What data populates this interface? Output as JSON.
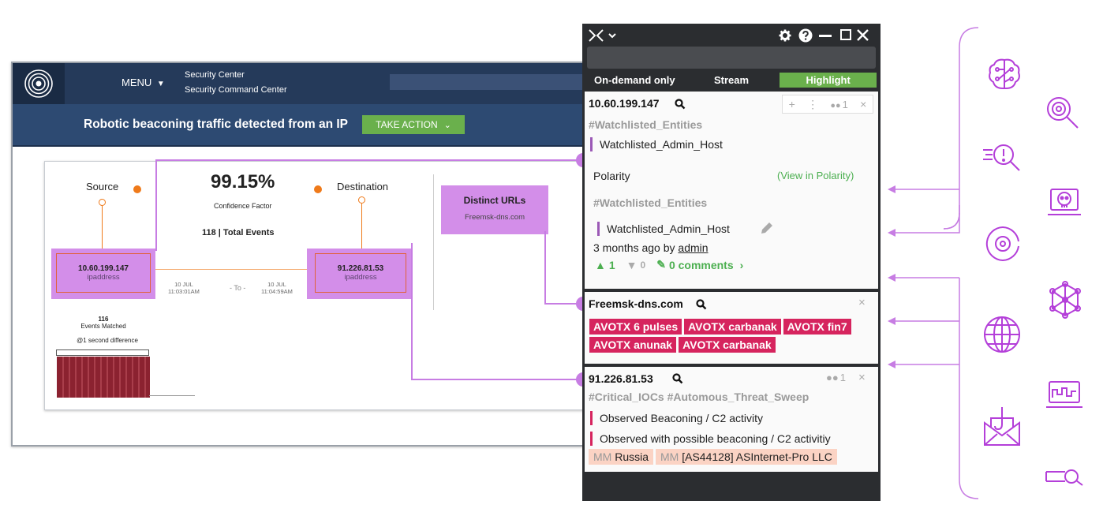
{
  "security_center": {
    "menu_label": "MENU",
    "title_line1": "Security Center",
    "title_line2": "Security Command Center",
    "alert_title": "Robotic beaconing traffic detected from an IP",
    "take_action_label": "TAKE ACTION",
    "source_label": "Source",
    "destination_label": "Destination",
    "confidence_value": "99.15%",
    "confidence_label": "Confidence Factor",
    "total_events": "118 | Total Events",
    "source_ip": "10.60.199.147",
    "source_type": "ipaddress",
    "dest_ip": "91.226.81.53",
    "dest_type": "ipaddress",
    "time_from_date": "10 JUL",
    "time_from_time": "11:03:01AM",
    "time_to_label": "- To -",
    "time_to_date": "10 JUL",
    "time_to_time": "11:04:59AM",
    "events_matched_count": "116",
    "events_matched_label": "Events Matched",
    "second_difference": "@1 second difference",
    "distinct_urls_title": "Distinct URLs",
    "distinct_url": "Freemsk-dns.com"
  },
  "polarity": {
    "tabs": [
      {
        "label": "On-demand only",
        "active": false
      },
      {
        "label": "Stream",
        "active": false
      },
      {
        "label": "Highlight",
        "active": true
      }
    ],
    "card1": {
      "entity": "10.60.199.147",
      "user_count": "1",
      "tag": "#Watchlisted_Entities",
      "item": "Watchlisted_Admin_Host",
      "source_label": "Polarity",
      "view_link": "(View in Polarity)",
      "tag2": "#Watchlisted_Entities",
      "item2": "Watchlisted_Admin_Host",
      "time_prefix": "3 months ago by",
      "author": "admin",
      "upvotes": "1",
      "downvotes": "0",
      "comments": "0 comments"
    },
    "card2": {
      "entity": "Freemsk-dns.com",
      "tags": [
        "AVOTX 6 pulses",
        "AVOTX carbanak",
        "AVOTX fin7",
        "AVOTX anunak",
        "AVOTX carbanak"
      ]
    },
    "card3": {
      "entity": "91.226.81.53",
      "user_count": "1",
      "tags_line": "#Critical_IOCs #Automous_Threat_Sweep",
      "items": [
        "Observed Beaconing / C2 activity",
        "Observed with possible beaconing / C2 activitiy"
      ],
      "mm_prefix": "MM",
      "geo": [
        "Russia",
        "[AS44128] ASInternet-Pro LLC"
      ]
    }
  },
  "colors": {
    "accent_green": "#6ab04c",
    "magenta_tag": "#d6245e",
    "purple_highlight": "#d38ee9",
    "icon_purple": "#b43fd9",
    "nav_dark_blue": "#253a5a"
  }
}
